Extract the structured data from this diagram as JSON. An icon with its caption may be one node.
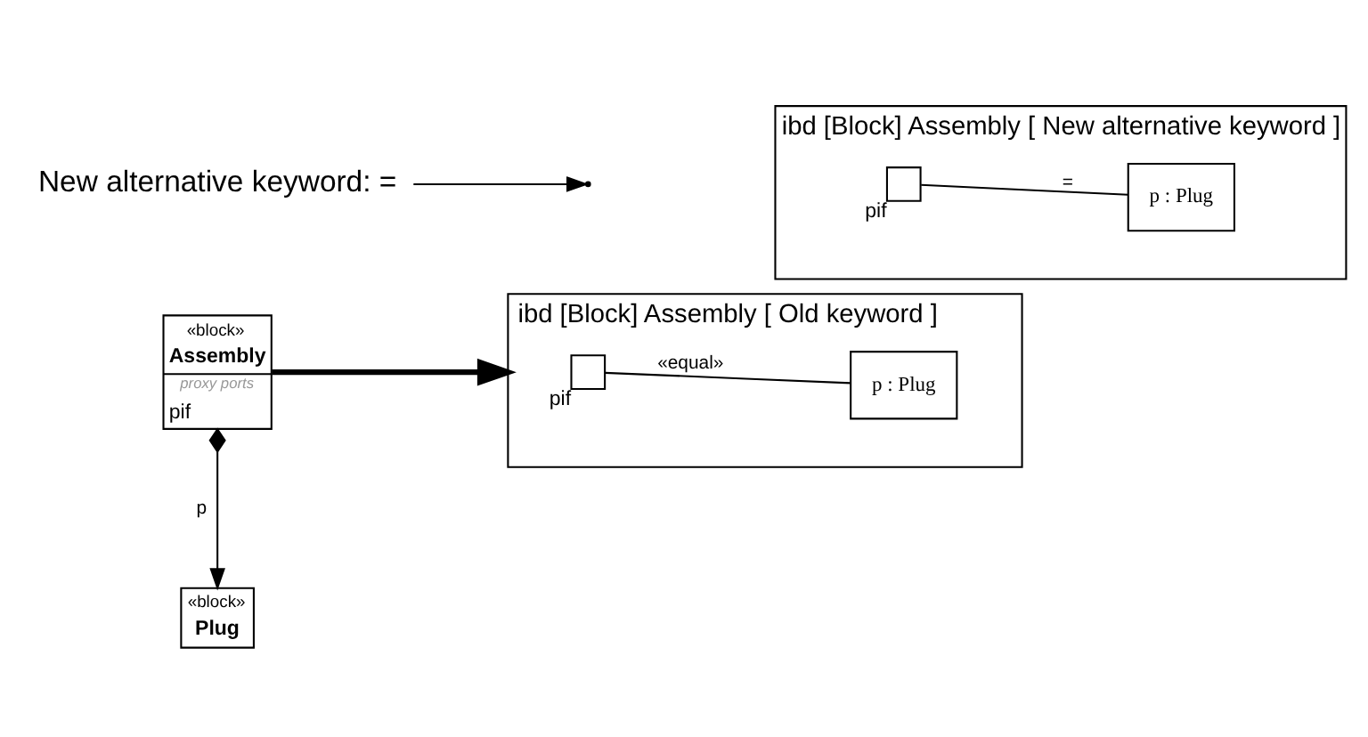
{
  "diagram": {
    "nodes": [
      {
        "text": [
          "«block»",
          "Assembly",
          "proxy ports",
          "pif"
        ]
      },
      {
        "text": [
          "«block»",
          "Plug"
        ]
      },
      {
        "text": [
          "ibd [Block] Assembly [ Old keyword ]"
        ]
      },
      {
        "text": [],
        "shape": "box",
        "in": 2,
        "beside": [
          "pif"
        ]
      },
      {
        "text": [
          "p : Plug"
        ],
        "in": 2
      },
      {
        "text": [
          "New alternative keyword: ="
        ]
      },
      {
        "text": [
          "ibd [Block] Assembly [ New alternative keyword ]"
        ]
      },
      {
        "text": [],
        "shape": "box",
        "in": 6,
        "beside": [
          "pif"
        ]
      },
      {
        "text": [
          "p : Plug"
        ],
        "in": 6
      }
    ],
    "edges": [
      {
        "from": 0,
        "to": 1,
        "arrow": "to",
        "label": "p"
      },
      {
        "from": 0,
        "to": 2,
        "arrow": "to",
        "style": "thick"
      },
      {
        "from": 3,
        "to": 4,
        "arrow": "none",
        "label": "«equal»"
      },
      {
        "from": 5,
        "to": null,
        "arrow": "to"
      },
      {
        "from": 7,
        "to": 8,
        "arrow": "none",
        "label": "="
      }
    ]
  }
}
